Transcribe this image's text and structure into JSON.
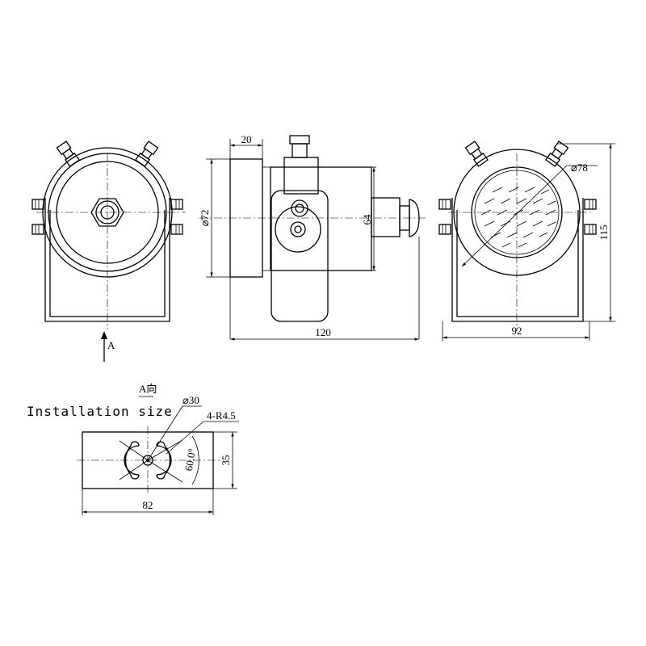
{
  "dimensions": {
    "side_length": "120",
    "flange_depth": "20",
    "flange_dia": "⌀72",
    "lamp_height": "64",
    "rear_width": "92",
    "rear_height": "115",
    "lens_dia": "⌀78",
    "base_width": "82",
    "base_height": "35",
    "hole_dia": "⌀30",
    "slot": "4-R4.5",
    "angle": "60.0°"
  },
  "labels": {
    "view_arrow": "A",
    "view_title": "A向",
    "installation": "Installation size"
  }
}
